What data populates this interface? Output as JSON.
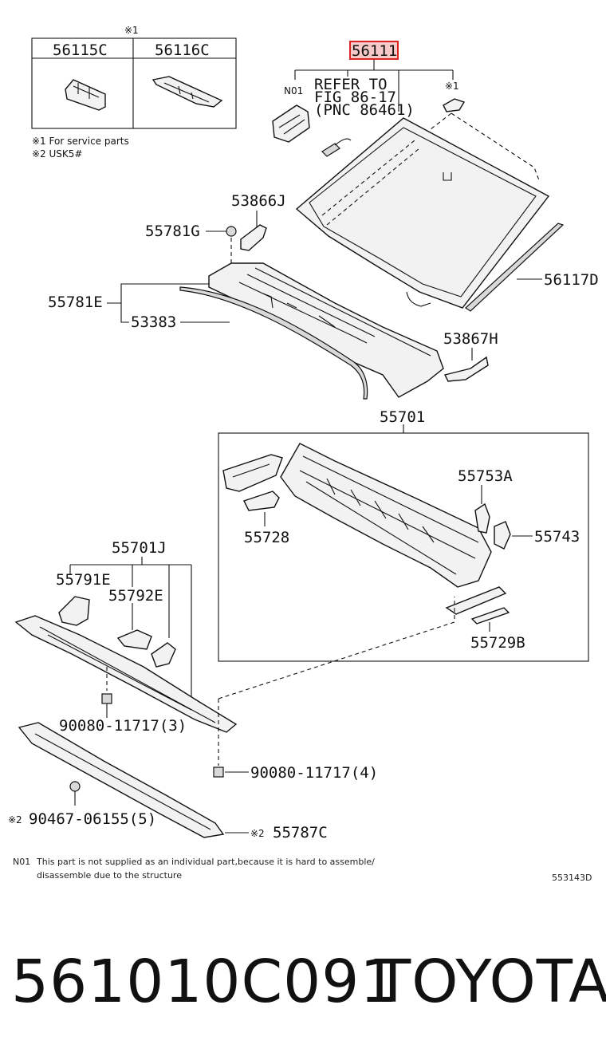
{
  "header_labels": {
    "service_note_mark": "※1",
    "part_56115c": "56115C",
    "part_56116c": "56116C",
    "note1": "※1 For service parts",
    "note2": "※2 USK5#"
  },
  "windshield": {
    "part_56111": "56111",
    "n01": "N01",
    "refer_line1": "REFER TO",
    "refer_line2": "FIG 86-17",
    "refer_line3": "(PNC 86461)",
    "mark_1": "※1",
    "part_56117d": "56117D"
  },
  "cowl": {
    "part_53866j": "53866J",
    "part_55781g": "55781G",
    "part_55781e": "55781E",
    "part_53383": "53383",
    "part_53867h": "53867H"
  },
  "panel": {
    "part_55701": "55701",
    "part_55753a": "55753A",
    "part_55728": "55728",
    "part_55743": "55743",
    "part_55729b": "55729B"
  },
  "lower": {
    "part_55701j": "55701J",
    "part_55791e": "55791E",
    "part_55792e": "55792E",
    "bolt_a": "90080-11717(3)",
    "bolt_b": "90080-11717(4)",
    "mark_2a": "※2",
    "clip": "90467-06155(5)",
    "mark_2b": "※2",
    "part_55787c": "55787C"
  },
  "footer": {
    "n01_code": "N01",
    "n01_line1": "This part is not supplied as an individual part,because it is hard to assemble/",
    "n01_line2": "disassemble due to the structure",
    "figure_code": "553143D"
  },
  "caption": {
    "part_number": "561010C091",
    "brand": "TOYOTA"
  },
  "colors": {
    "highlight_fill": "#f6c8c8",
    "highlight_stroke": "#dd2222",
    "ink": "#111111"
  }
}
